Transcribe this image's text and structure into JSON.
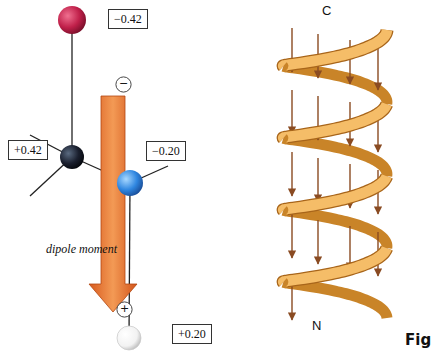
{
  "diagram": {
    "nodes": [
      {
        "text": [
          "−0.42"
        ]
      },
      {
        "text": [
          "−"
        ]
      },
      {
        "text": [
          "+0.42"
        ]
      },
      {
        "text": [
          "−0.20"
        ]
      },
      {
        "text": [
          "+"
        ]
      },
      {
        "text": [
          "+0.20"
        ]
      }
    ],
    "labels": [
      "dipole moment",
      "C",
      "N",
      "Fig"
    ]
  }
}
